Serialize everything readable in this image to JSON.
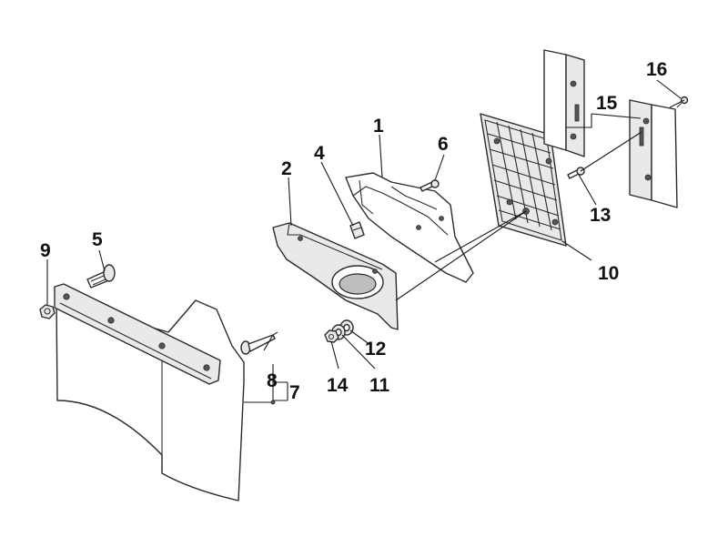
{
  "callouts": [
    {
      "id": "1",
      "label": "1"
    },
    {
      "id": "2",
      "label": "2"
    },
    {
      "id": "4",
      "label": "4"
    },
    {
      "id": "5",
      "label": "5"
    },
    {
      "id": "6",
      "label": "6"
    },
    {
      "id": "7",
      "label": "7"
    },
    {
      "id": "8",
      "label": "8"
    },
    {
      "id": "9",
      "label": "9"
    },
    {
      "id": "10",
      "label": "10"
    },
    {
      "id": "11",
      "label": "11"
    },
    {
      "id": "12",
      "label": "12"
    },
    {
      "id": "13",
      "label": "13"
    },
    {
      "id": "14",
      "label": "14"
    },
    {
      "id": "15",
      "label": "15"
    },
    {
      "id": "16",
      "label": "16"
    }
  ]
}
